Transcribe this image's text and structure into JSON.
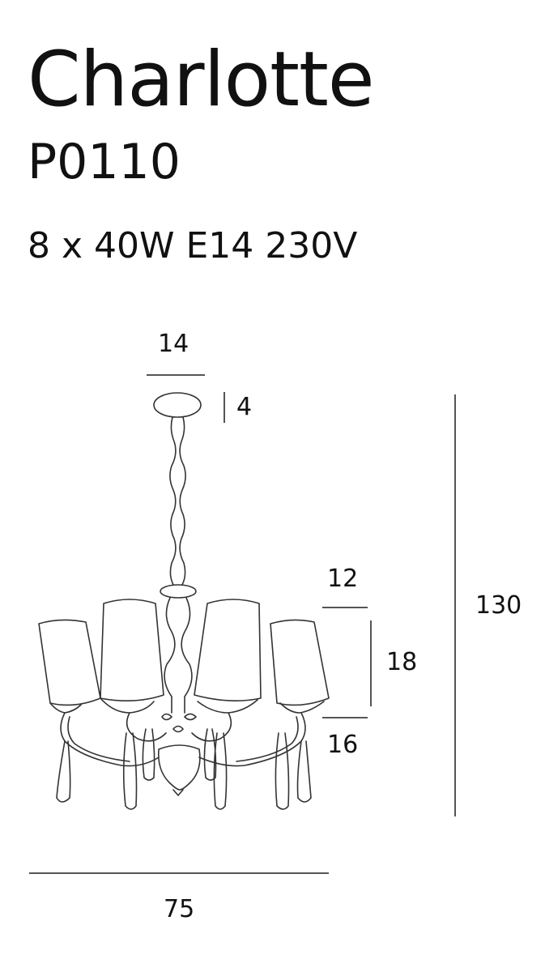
{
  "product": {
    "name": "Charlotte",
    "code": "P0110",
    "spec": "8 x 40W E14 230V"
  },
  "dimensions": {
    "canopy_width": "14",
    "canopy_height": "4",
    "shade_top": "12",
    "shade_height": "18",
    "shade_bottom": "16",
    "total_height": "130",
    "total_width": "75"
  },
  "colors": {
    "line": "#333333",
    "dim_line": "#555555"
  }
}
